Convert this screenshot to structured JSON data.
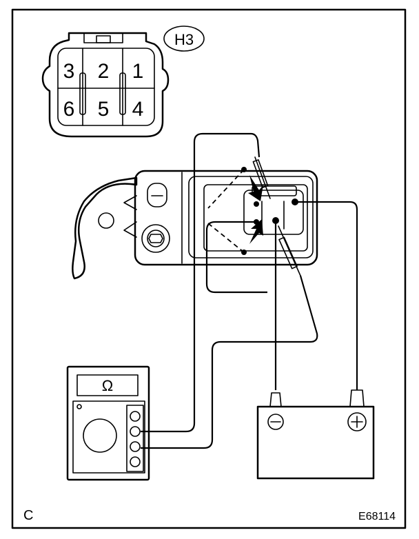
{
  "connector": {
    "label": "H3",
    "pins": [
      "3",
      "2",
      "1",
      "6",
      "5",
      "4"
    ]
  },
  "ohmmeter": {
    "symbol": "Ω"
  },
  "battery": {
    "negative_symbol": "⊖",
    "positive_symbol": "⊕"
  },
  "figure": {
    "corner_letter": "C",
    "code": "E68114"
  }
}
